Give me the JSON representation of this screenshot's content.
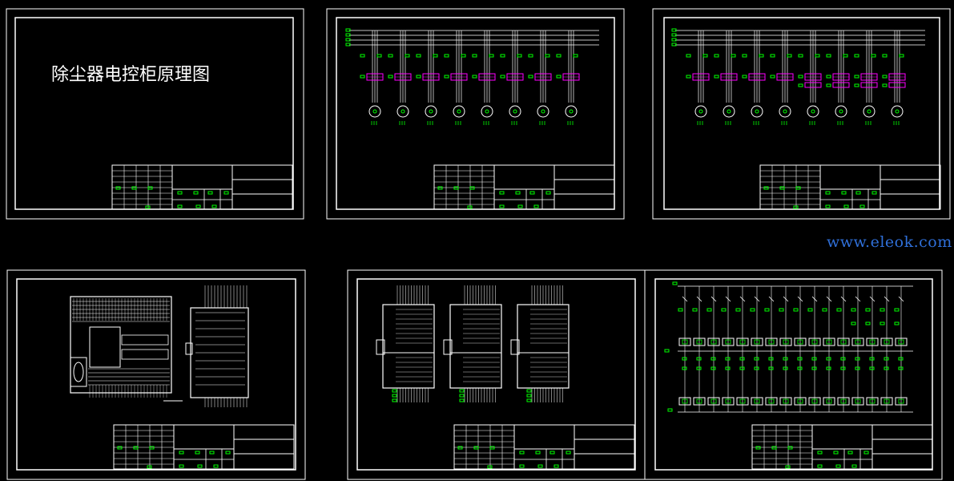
{
  "watermark": "www.eleok.com",
  "sheets": [
    {
      "id": 1,
      "kind": "cover",
      "title": "除尘器电控柜原理图"
    },
    {
      "id": 2,
      "kind": "motor-power",
      "motor_circuits": 8
    },
    {
      "id": 3,
      "kind": "motor-power",
      "motor_circuits": 8
    },
    {
      "id": 4,
      "kind": "plc-layout"
    },
    {
      "id": 5,
      "kind": "plc-io-modules",
      "module_count": 3
    },
    {
      "id": 6,
      "kind": "control-circuit",
      "control_circuits": 16
    }
  ],
  "colors": {
    "background": "#000000",
    "line": "#ffffff",
    "terminal": "#00ff00",
    "contactor": "#ff00ff",
    "watermark": "#2f6fd8"
  }
}
